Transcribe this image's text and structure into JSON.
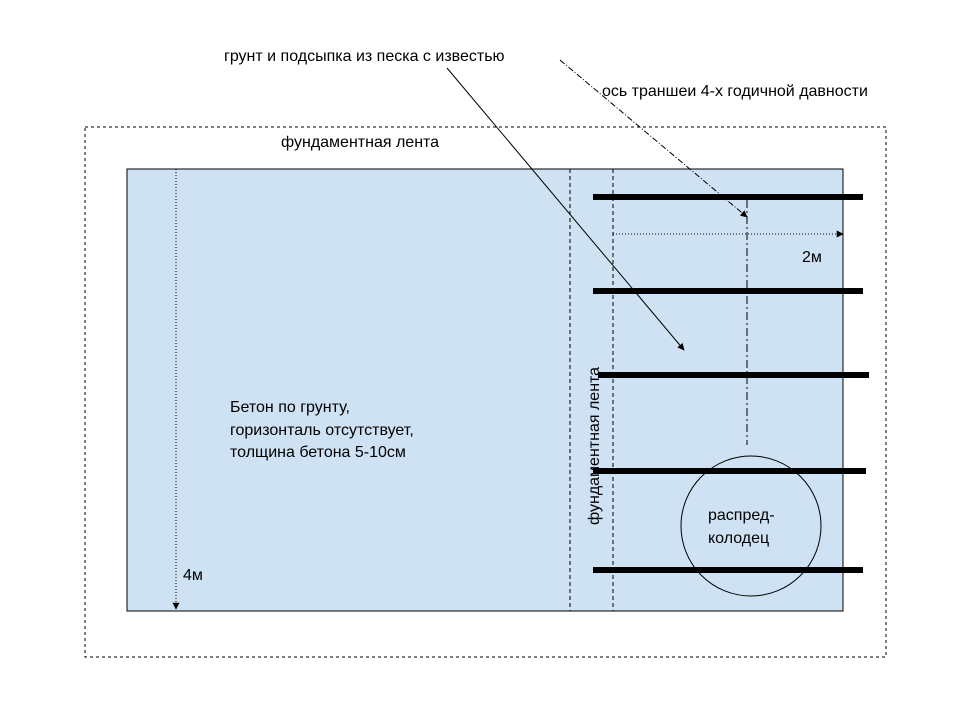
{
  "labels": {
    "soil_fill": "грунт и подсыпка из песка с известью",
    "trench_axis": "ось траншеи 4-х годичной давности",
    "foundation_top": "фундаментная лента",
    "foundation_vertical": "фундаментная лента",
    "concrete_line1": "Бетон по грунту,",
    "concrete_line2": "горизонталь отсутствует,",
    "concrete_line3": "толщина бетона 5-10см",
    "dim_2m": "2м",
    "dim_4m": "4м",
    "well_line1": "распред-",
    "well_line2": "колодец"
  },
  "colors": {
    "slab_fill": "#cfe2f3",
    "ink": "#000000"
  }
}
